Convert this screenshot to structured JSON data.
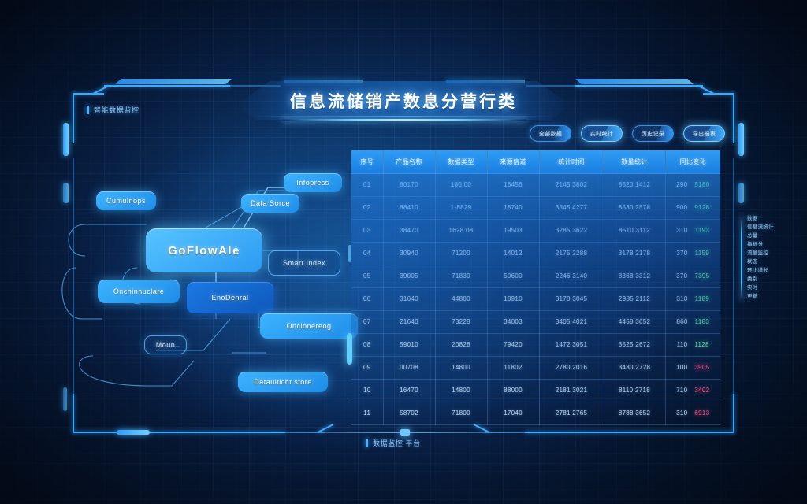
{
  "header": {
    "title": "信息流储销产数息分营行类",
    "corner_label": "智能数据监控"
  },
  "toolbar": {
    "buttons": [
      {
        "label": "全部数据",
        "active": false
      },
      {
        "label": "实时统计",
        "active": true
      },
      {
        "label": "历史记录",
        "active": false
      },
      {
        "label": "导出报表",
        "active": false
      }
    ]
  },
  "flowchart": {
    "nodes": [
      {
        "id": "n1",
        "label": "Cumulnops",
        "style": "cyan"
      },
      {
        "id": "n2",
        "label": "Infopress",
        "style": "cyan"
      },
      {
        "id": "n3",
        "label": "Data Sorce",
        "style": "cyan"
      },
      {
        "id": "n4",
        "label": "GoFlowAle",
        "style": "main"
      },
      {
        "id": "n5",
        "label": "Smart Index",
        "style": "outline"
      },
      {
        "id": "n6",
        "label": "Onchinnuclare",
        "style": "cyan"
      },
      {
        "id": "n7",
        "label": "EnoDenral",
        "style": "blue"
      },
      {
        "id": "n8",
        "label": "Onclonereog",
        "style": "cyan"
      },
      {
        "id": "n9",
        "label": "Moun",
        "style": "outline"
      },
      {
        "id": "n10",
        "label": "Dataulticht store",
        "style": "cyan"
      }
    ]
  },
  "table": {
    "columns": [
      "序号",
      "产品名称",
      "数据类型",
      "来源信道",
      "统计时间",
      "数量统计",
      "同比变化"
    ],
    "rows": [
      {
        "index": "01",
        "cells": [
          "80170",
          "180 00",
          "18456",
          "2145 3802",
          "8520 1412"
        ],
        "pair": [
          "290",
          "5180"
        ],
        "pair_dir": [
          "neutral",
          "up"
        ]
      },
      {
        "index": "02",
        "cells": [
          "88410",
          "1-8829",
          "18740",
          "3345 4277",
          "8530 2578"
        ],
        "pair": [
          "900",
          "9128"
        ],
        "pair_dir": [
          "neutral",
          "up"
        ]
      },
      {
        "index": "03",
        "cells": [
          "38470",
          "1628 08",
          "19503",
          "3285 3622",
          "8510 3112"
        ],
        "pair": [
          "310",
          "1193"
        ],
        "pair_dir": [
          "neutral",
          "up"
        ]
      },
      {
        "index": "04",
        "cells": [
          "30940",
          "71200",
          "14012",
          "2175 2288",
          "3178 2178"
        ],
        "pair": [
          "370",
          "1159"
        ],
        "pair_dir": [
          "neutral",
          "up"
        ]
      },
      {
        "index": "05",
        "cells": [
          "39005",
          "71830",
          "50600",
          "2246 3140",
          "8368 3312"
        ],
        "pair": [
          "370",
          "7395"
        ],
        "pair_dir": [
          "neutral",
          "up"
        ]
      },
      {
        "index": "06",
        "cells": [
          "31640",
          "44800",
          "18910",
          "3170 3045",
          "2985 2112"
        ],
        "pair": [
          "310",
          "1189"
        ],
        "pair_dir": [
          "neutral",
          "up"
        ]
      },
      {
        "index": "07",
        "cells": [
          "21640",
          "73228",
          "34003",
          "3405 4021",
          "4458 3652"
        ],
        "pair": [
          "860",
          "1183"
        ],
        "pair_dir": [
          "neutral",
          "up"
        ]
      },
      {
        "index": "08",
        "cells": [
          "59010",
          "20828",
          "79420",
          "1472 3051",
          "3525 2672"
        ],
        "pair": [
          "110",
          "1128"
        ],
        "pair_dir": [
          "neutral",
          "up"
        ]
      },
      {
        "index": "09",
        "cells": [
          "00708",
          "14800",
          "11802",
          "2780 2016",
          "3430 2728"
        ],
        "pair": [
          "100",
          "3905"
        ],
        "pair_dir": [
          "neutral",
          "down"
        ]
      },
      {
        "index": "10",
        "cells": [
          "16470",
          "14800",
          "88000",
          "2181 3021",
          "8110 2718"
        ],
        "pair": [
          "710",
          "3402"
        ],
        "pair_dir": [
          "neutral",
          "down"
        ]
      },
      {
        "index": "11",
        "cells": [
          "58702",
          "71800",
          "17040",
          "2781 2765",
          "8788 3652"
        ],
        "pair": [
          "310",
          "6913"
        ],
        "pair_dir": [
          "neutral",
          "down"
        ]
      }
    ]
  },
  "right_rail": {
    "items": [
      "数据",
      "信息流统计",
      "总量",
      "指标分",
      "流量监控",
      "状态",
      "环比增长",
      "类别",
      "实时",
      "更新"
    ]
  },
  "footer": {
    "label": "数据监控 平台"
  },
  "colors": {
    "accent": "#3fa9ff",
    "accent_bright": "#6fd0ff",
    "up": "#7dffa8",
    "down": "#ff5f8a",
    "bg": "#071a33"
  }
}
